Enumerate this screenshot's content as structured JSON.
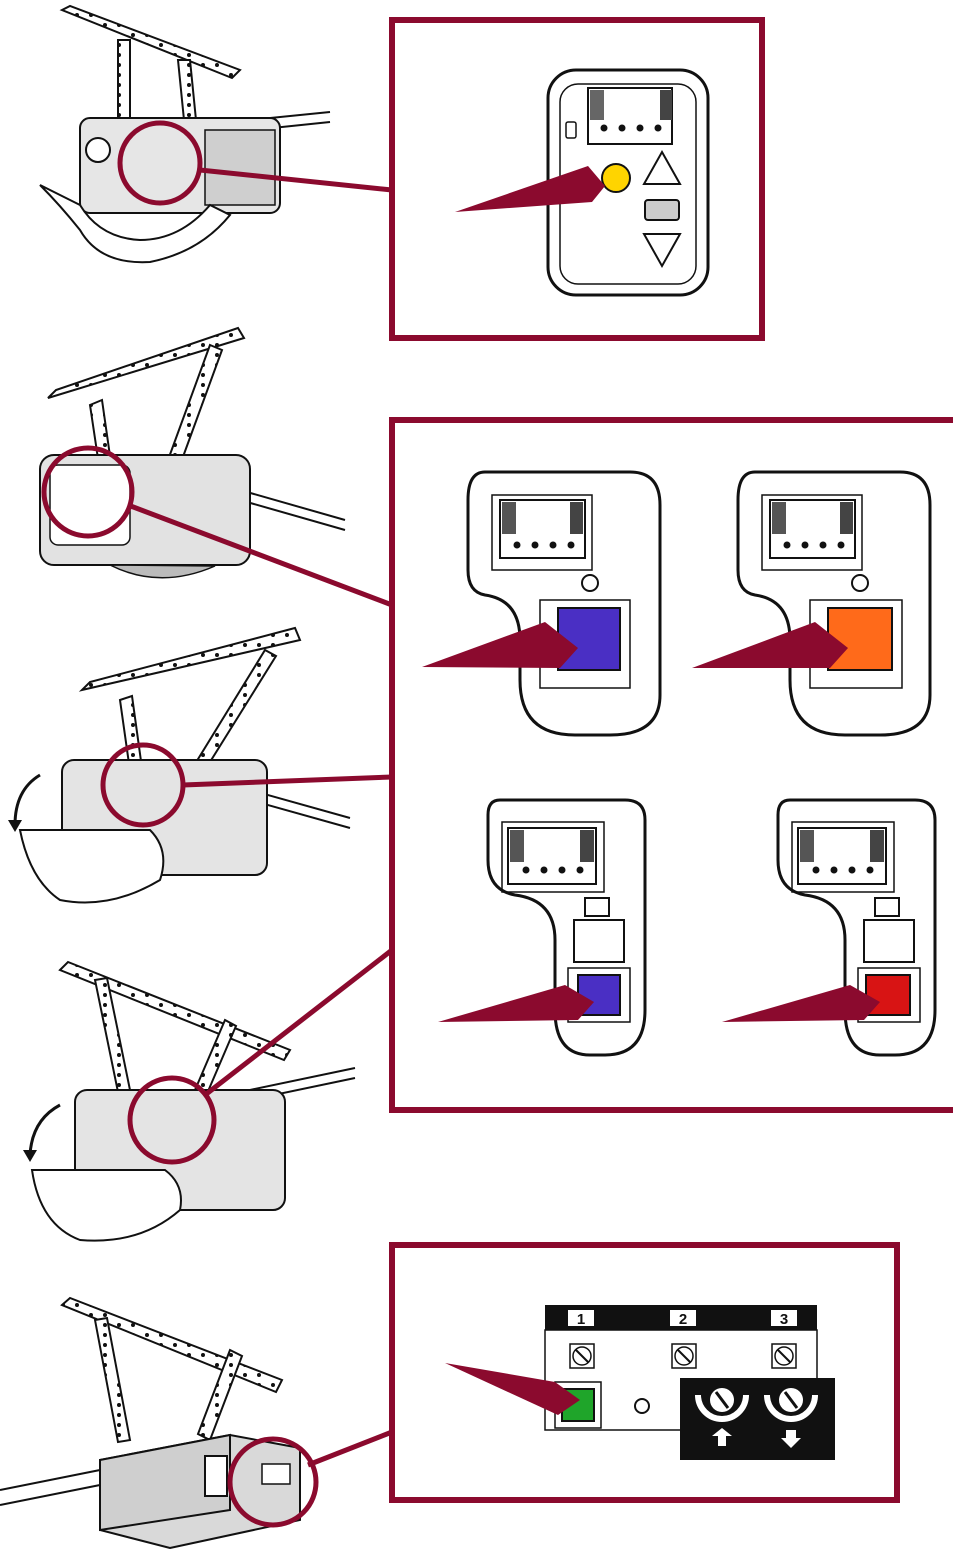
{
  "colors": {
    "accent": "#8b0a2e",
    "outline": "#111111",
    "learn_yellow": "#ffd400",
    "learn_purple": "#4a2fc4",
    "learn_orange": "#ff6a1a",
    "learn_red": "#d81414",
    "learn_green": "#1fa52a",
    "opener_gray": "#d9d9d9"
  },
  "panels": {
    "bottom": {
      "labels": [
        "1",
        "2",
        "3"
      ]
    }
  },
  "icons": {
    "learn_button_yellow": "circle-button-icon",
    "learn_button_square": "square-button-icon",
    "arrow_pointer": "pointer-arrow-icon",
    "dial": "adjustment-dial-icon",
    "screw": "screw-terminal-icon",
    "rotate_arrow": "curved-arrow-icon"
  }
}
